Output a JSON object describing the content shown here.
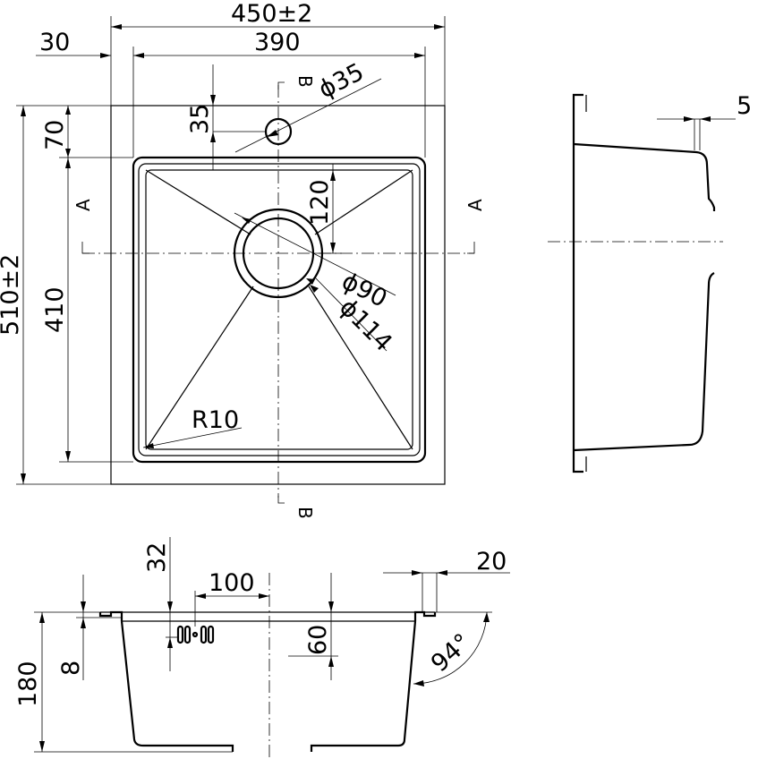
{
  "dimensions": {
    "overall_width": "450±2",
    "offset_30": "30",
    "bowl_width": "390",
    "overall_length": "510±2",
    "bowl_length": "410",
    "offset_70": "70",
    "offset_35": "35",
    "tap_hole": "ϕ35",
    "drain_offset_120": "120",
    "drain_90": "ϕ90",
    "drain_114": "ϕ114",
    "corner_radius": "R10",
    "flange_5": "5",
    "flange_32": "32",
    "overflow_100": "100",
    "flange_20": "20",
    "depth_180": "180",
    "rim_8": "8",
    "overflow_60": "60",
    "angle_94": "94°"
  },
  "section_marks": {
    "a_left": "A",
    "a_right": "A",
    "b_top": "B",
    "b_bottom": "B"
  }
}
